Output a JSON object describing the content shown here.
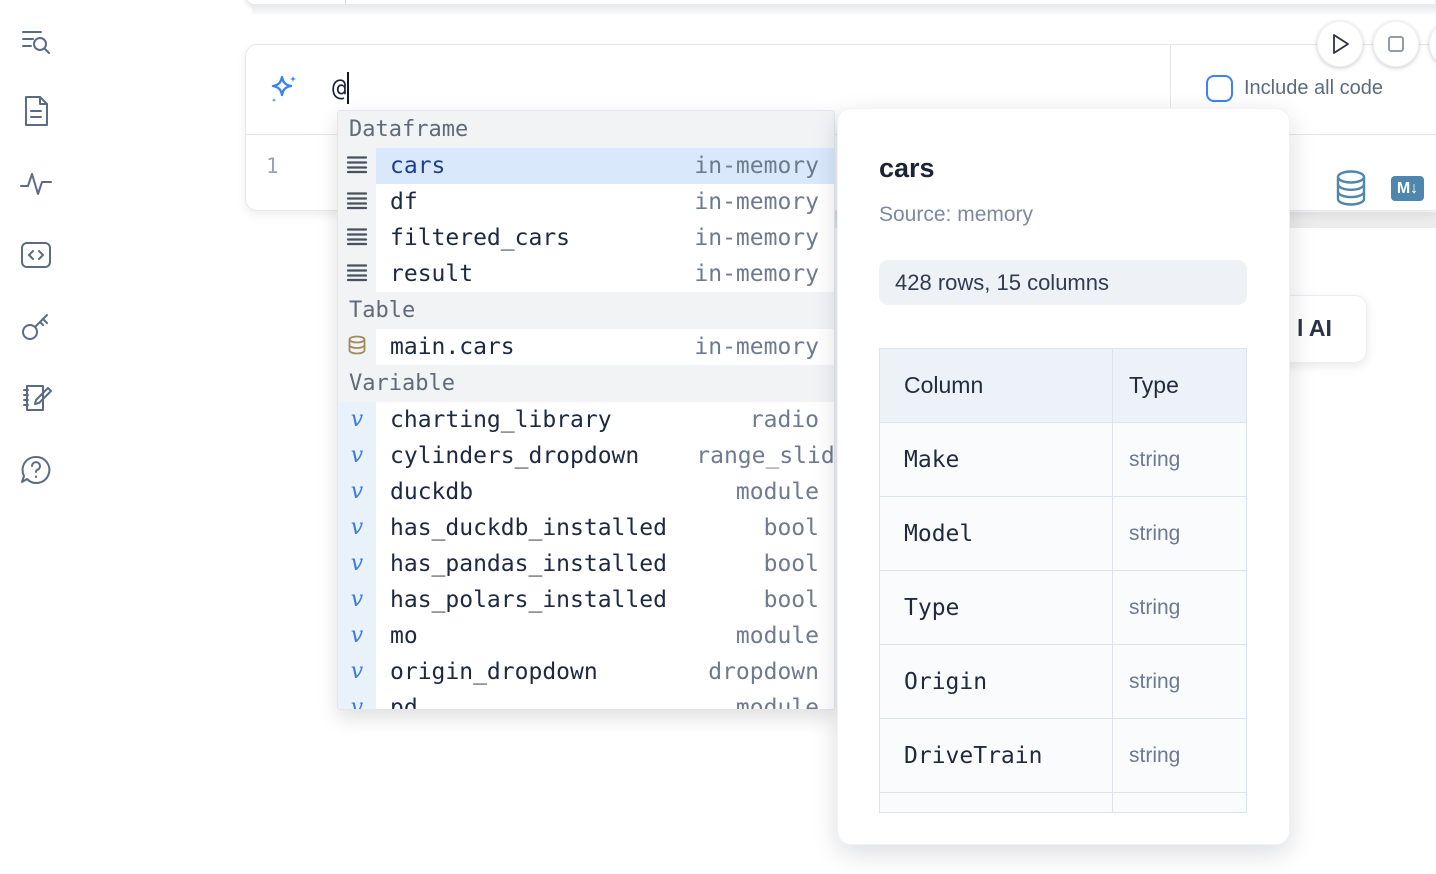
{
  "colors": {
    "accent_blue": "#3b82f6",
    "steel_blue": "#4e86ad",
    "selection_blue": "#d9e9fb"
  },
  "sidebar": {
    "icons": [
      "toc-search",
      "document",
      "activity",
      "code-snippets",
      "key",
      "scratchpad",
      "help-chat"
    ]
  },
  "cell": {
    "prompt_value": "@",
    "include_all_code_label": "Include all code",
    "line_number": "1",
    "markdown_badge_glyph": "M↓"
  },
  "ai_button": {
    "visible_label": "l AI"
  },
  "dropdown": {
    "sections": [
      {
        "label": "Dataframe",
        "items": [
          {
            "icon": "dataframe-icon",
            "label": "cars",
            "detail": "in-memory",
            "selected": true
          },
          {
            "icon": "dataframe-icon",
            "label": "df",
            "detail": "in-memory"
          },
          {
            "icon": "dataframe-icon",
            "label": "filtered_cars",
            "detail": "in-memory"
          },
          {
            "icon": "dataframe-icon",
            "label": "result",
            "detail": "in-memory"
          }
        ]
      },
      {
        "label": "Table",
        "items": [
          {
            "icon": "database-icon",
            "label": "main.cars",
            "detail": "in-memory"
          }
        ]
      },
      {
        "label": "Variable",
        "items": [
          {
            "icon": "variable-icon",
            "label": "charting_library",
            "detail": "radio"
          },
          {
            "icon": "variable-icon",
            "label": "cylinders_dropdown",
            "detail": "range_slider"
          },
          {
            "icon": "variable-icon",
            "label": "duckdb",
            "detail": "module"
          },
          {
            "icon": "variable-icon",
            "label": "has_duckdb_installed",
            "detail": "bool"
          },
          {
            "icon": "variable-icon",
            "label": "has_pandas_installed",
            "detail": "bool"
          },
          {
            "icon": "variable-icon",
            "label": "has_polars_installed",
            "detail": "bool"
          },
          {
            "icon": "variable-icon",
            "label": "mo",
            "detail": "module"
          },
          {
            "icon": "variable-icon",
            "label": "origin_dropdown",
            "detail": "dropdown"
          },
          {
            "icon": "variable-icon",
            "label": "pd",
            "detail": "module"
          }
        ]
      }
    ]
  },
  "panel": {
    "title": "cars",
    "source": "Source: memory",
    "summary": "428 rows, 15 columns",
    "table": {
      "headers": [
        "Column",
        "Type"
      ],
      "rows": [
        [
          "Make",
          "string"
        ],
        [
          "Model",
          "string"
        ],
        [
          "Type",
          "string"
        ],
        [
          "Origin",
          "string"
        ],
        [
          "DriveTrain",
          "string"
        ]
      ]
    }
  }
}
